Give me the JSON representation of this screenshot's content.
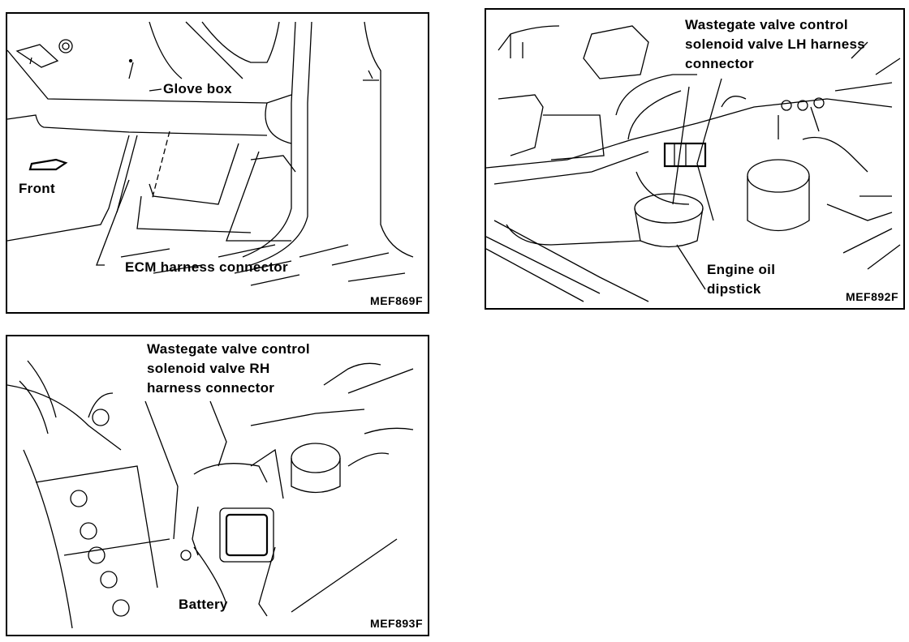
{
  "figures": [
    {
      "id": "glove-box-ecm",
      "code": "MEF869F",
      "labels": {
        "glove_box": "Glove box",
        "front": "Front",
        "ecm": "ECM harness connector"
      }
    },
    {
      "id": "wastegate-lh",
      "code": "MEF892F",
      "labels": {
        "wastegate_line1": "Wastegate valve control",
        "wastegate_line2": "solenoid valve LH harness",
        "wastegate_line3": "connector",
        "dipstick_line1": "Engine oil",
        "dipstick_line2": "dipstick"
      }
    },
    {
      "id": "wastegate-rh",
      "code": "MEF893F",
      "labels": {
        "wastegate_line1": "Wastegate valve control",
        "wastegate_line2": "solenoid valve RH",
        "wastegate_line3": "harness connector",
        "battery": "Battery"
      }
    }
  ]
}
